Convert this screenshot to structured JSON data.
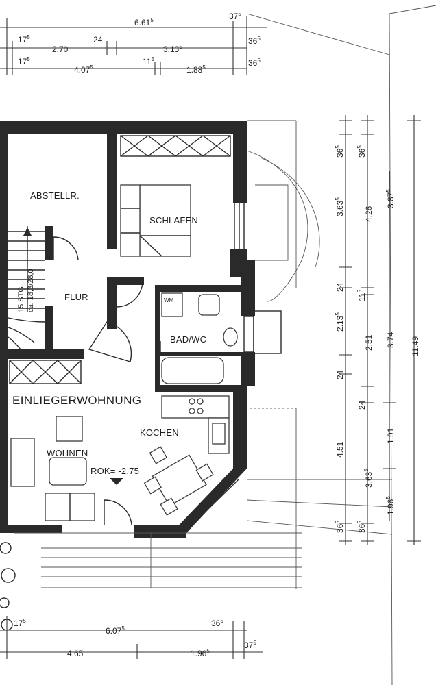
{
  "plan": {
    "rooms": {
      "abstellr": "ABSTELLR.",
      "schlafen": "SCHLAFEN",
      "flur": "FLUR",
      "bad": "BAD/WC",
      "wm": "WM",
      "wohnung": "EINLIEGERWOHNUNG",
      "kochen": "KOCHEN",
      "wohnen": "WOHNEN",
      "rok": "ROK= -2,75",
      "stair_line1": "15 STG.",
      "stair_line2": "ca. 18,3/28,0"
    },
    "dims_top": [
      {
        "id": "t1",
        "text": "6.61",
        "sup": "5"
      },
      {
        "id": "t2",
        "text": "37",
        "sup": "5"
      },
      {
        "id": "t3",
        "text": "17",
        "sup": "5"
      },
      {
        "id": "t4",
        "text": "2.70",
        "sup": ""
      },
      {
        "id": "t5",
        "text": "24",
        "sup": ""
      },
      {
        "id": "t6",
        "text": "3.13",
        "sup": "5"
      },
      {
        "id": "t7",
        "text": "36",
        "sup": "5"
      },
      {
        "id": "t8",
        "text": "17",
        "sup": "5"
      },
      {
        "id": "t9",
        "text": "4.07",
        "sup": "5"
      },
      {
        "id": "t10",
        "text": "11",
        "sup": "5"
      },
      {
        "id": "t11",
        "text": "1.88",
        "sup": "5"
      },
      {
        "id": "t12",
        "text": "36",
        "sup": "5"
      }
    ],
    "dims_bottom": [
      {
        "id": "b1",
        "text": "17",
        "sup": "5"
      },
      {
        "id": "b2",
        "text": "6.07",
        "sup": "5"
      },
      {
        "id": "b3",
        "text": "36",
        "sup": "5"
      },
      {
        "id": "b4",
        "text": "4.65",
        "sup": ""
      },
      {
        "id": "b5",
        "text": "1.96",
        "sup": "5"
      },
      {
        "id": "b6",
        "text": "37",
        "sup": "5"
      }
    ],
    "dims_right": [
      {
        "id": "r1",
        "text": "36",
        "sup": "5"
      },
      {
        "id": "r2",
        "text": "3.63",
        "sup": "5"
      },
      {
        "id": "r3",
        "text": "24",
        "sup": ""
      },
      {
        "id": "r4",
        "text": "2.13",
        "sup": "5"
      },
      {
        "id": "r5",
        "text": "24",
        "sup": ""
      },
      {
        "id": "r6",
        "text": "4.51",
        "sup": ""
      },
      {
        "id": "r7",
        "text": "36",
        "sup": "5"
      },
      {
        "id": "r8",
        "text": "36",
        "sup": "5"
      },
      {
        "id": "r9",
        "text": "4.26",
        "sup": ""
      },
      {
        "id": "r10",
        "text": "11",
        "sup": "5"
      },
      {
        "id": "r11",
        "text": "2.51",
        "sup": ""
      },
      {
        "id": "r12",
        "text": "24",
        "sup": ""
      },
      {
        "id": "r13",
        "text": "3.63",
        "sup": "5"
      },
      {
        "id": "r14",
        "text": "36",
        "sup": "5"
      },
      {
        "id": "r15",
        "text": "3.87",
        "sup": "5"
      },
      {
        "id": "r16",
        "text": "3.74",
        "sup": ""
      },
      {
        "id": "r17",
        "text": "1.91",
        "sup": ""
      },
      {
        "id": "r18",
        "text": "1.96",
        "sup": "5"
      },
      {
        "id": "r19",
        "text": "11.49",
        "sup": ""
      }
    ]
  }
}
